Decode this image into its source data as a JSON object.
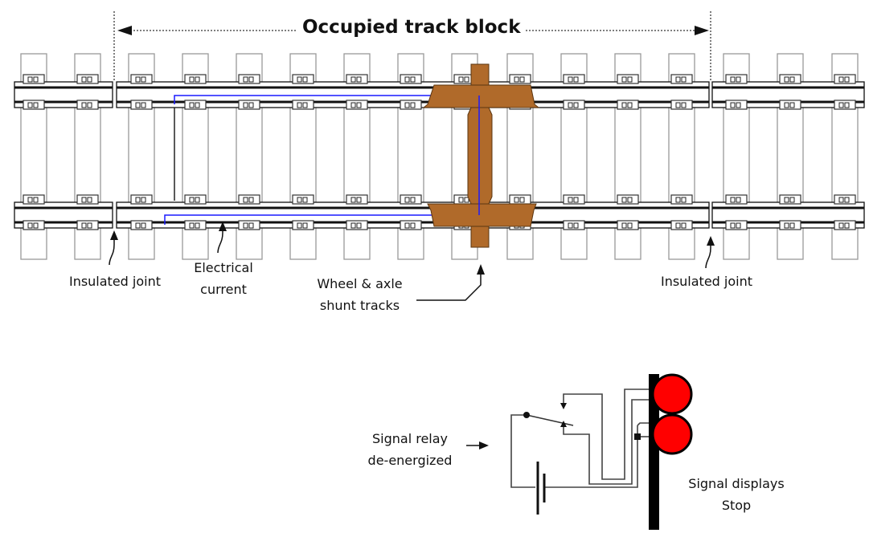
{
  "title": "Occupied track block",
  "labels": {
    "insulated_joint_left": "Insulated joint",
    "electrical_current": "Electrical\ncurrent",
    "wheel_axle": "Wheel & axle\nshunt tracks",
    "insulated_joint_right": "Insulated joint",
    "signal_relay": "Signal relay\nde-energized",
    "signal_displays": "Signal displays\nStop"
  },
  "colors": {
    "wheel": "#B06A2A",
    "current": "#1a1aff",
    "signal_light": "#ff0000",
    "tie_outline": "#999999",
    "rail": "#111111"
  },
  "signal": {
    "aspect": "Stop",
    "lights": [
      "red",
      "red"
    ]
  }
}
